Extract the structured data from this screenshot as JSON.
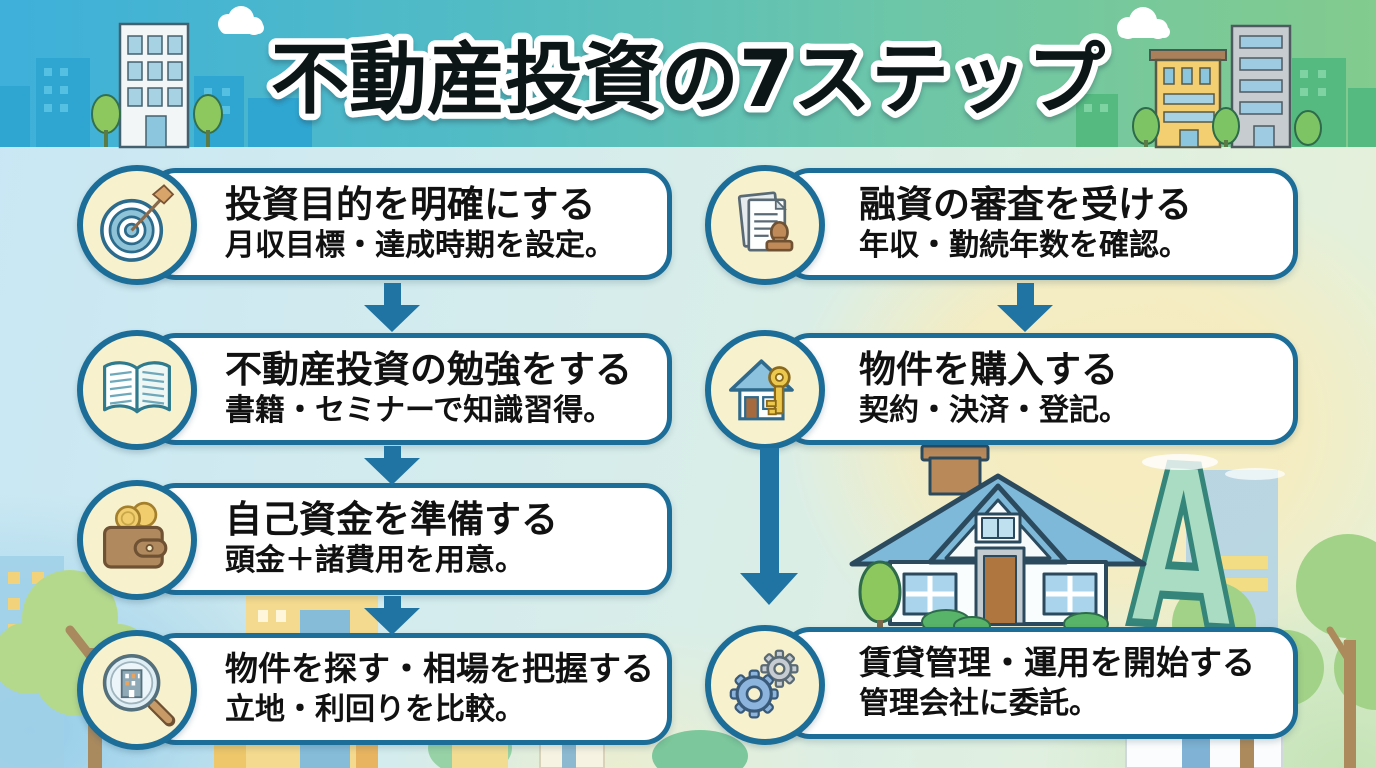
{
  "title": "不動産投資の7ステップ",
  "steps": [
    {
      "title": "投資目的を明確にする",
      "subtitle": "月収目標・達成時期を設定。",
      "icon": "target-icon"
    },
    {
      "title": "不動産投資の勉強をする",
      "subtitle": "書籍・セミナーで知識習得。",
      "icon": "open-book-icon"
    },
    {
      "title": "自己資金を準備する",
      "subtitle": "頭金＋諸費用を用意。",
      "icon": "wallet-coins-icon"
    },
    {
      "title": "物件を探す・相場を把握する",
      "subtitle": "立地・利回りを比較。",
      "icon": "magnifier-building-icon"
    },
    {
      "title": "融資の審査を受ける",
      "subtitle": "年収・勤続年数を確認。",
      "icon": "documents-stamp-icon"
    },
    {
      "title": "物件を購入する",
      "subtitle": "契約・決済・登記。",
      "icon": "house-key-icon"
    },
    {
      "title": "賃貸管理・運用を開始する",
      "subtitle": "管理会社に委託。",
      "icon": "gears-icon"
    }
  ],
  "colors": {
    "box_border": "#1d6d99",
    "arrow": "#1f74a3",
    "icon_circle_fill": "#f8f1cd",
    "title_fill": "#101214",
    "title_outline": "#ffffff",
    "band_left": "#3eb0da",
    "band_right": "#83cb8e",
    "sun": "#f7ecbe"
  }
}
